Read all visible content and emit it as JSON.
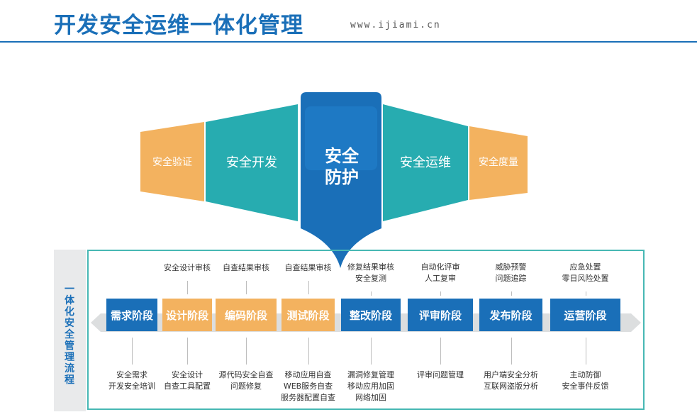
{
  "header": {
    "title": "开发安全运维一体化管理",
    "url": "www.ijiami.cn"
  },
  "wing": {
    "left_outer": "安全验证",
    "left_inner": "安全开发",
    "center_line1": "安全",
    "center_line2": "防护",
    "right_inner": "安全运维",
    "right_outer": "安全度量"
  },
  "colors": {
    "blue": "#1a6fb8",
    "teal": "#27acb0",
    "orange": "#f3b25f",
    "frame": "#47b8b4"
  },
  "side_label": "一体化安全管理流程",
  "stages": [
    {
      "label": "需求阶段",
      "top_note": [],
      "bottom_note": [
        "安全需求",
        "开发安全培训"
      ]
    },
    {
      "label": "设计阶段",
      "top_note": [
        "安全设计审核"
      ],
      "bottom_note": [
        "安全设计",
        "自查工具配置"
      ]
    },
    {
      "label": "编码阶段",
      "top_note": [
        "自查结果审核"
      ],
      "bottom_note": [
        "源代码安全自查",
        "问题修复"
      ]
    },
    {
      "label": "测试阶段",
      "top_note": [
        "自查结果审核"
      ],
      "bottom_note": [
        "移动应用自查",
        "WEB服务自查",
        "服务器配置自查"
      ]
    },
    {
      "label": "整改阶段",
      "top_note": [
        "修复结果审核",
        "安全复测"
      ],
      "bottom_note": [
        "漏洞修复管理",
        "移动应用加固",
        "网络加固"
      ]
    },
    {
      "label": "评审阶段",
      "top_note": [
        "自动化评审",
        "人工复审"
      ],
      "bottom_note": [
        "评审问题管理"
      ]
    },
    {
      "label": "发布阶段",
      "top_note": [
        "威胁预警",
        "问题追踪"
      ],
      "bottom_note": [
        "用户端安全分析",
        "互联网盗版分析"
      ]
    },
    {
      "label": "运营阶段",
      "top_note": [
        "应急处置",
        "零日风险处置"
      ],
      "bottom_note": [
        "主动防御",
        "安全事件反馈"
      ]
    }
  ]
}
